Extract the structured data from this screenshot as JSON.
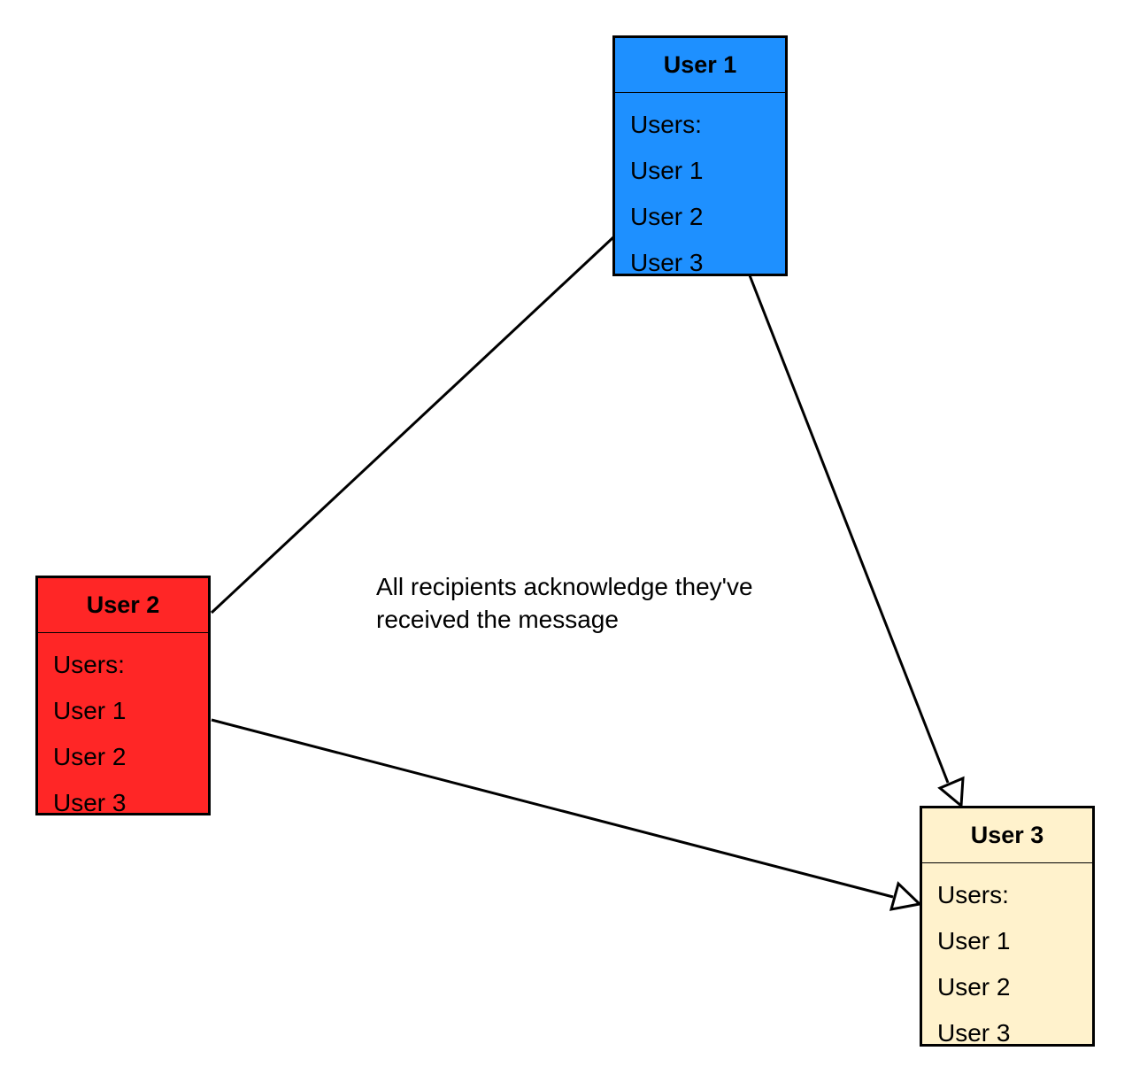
{
  "nodes": [
    {
      "id": "user1",
      "title": "User 1",
      "color": "#1e90ff",
      "items": [
        "Users:",
        "User 1",
        "User 2",
        "User 3"
      ]
    },
    {
      "id": "user2",
      "title": "User 2",
      "color": "#ff2626",
      "items": [
        "Users:",
        "User 1",
        "User 2",
        "User 3"
      ]
    },
    {
      "id": "user3",
      "title": "User 3",
      "color": "#fff2cc",
      "items": [
        "Users:",
        "User 1",
        "User 2",
        "User 3"
      ]
    }
  ],
  "edges": [
    {
      "from": "User 1",
      "to": "User 2",
      "arrow": "none"
    },
    {
      "from": "User 1",
      "to": "User 3",
      "arrow": "hollow-triangle"
    },
    {
      "from": "User 2",
      "to": "User 3",
      "arrow": "hollow-triangle"
    }
  ],
  "note": {
    "line1": "All recipients acknowledge they've",
    "line2": "received the message"
  }
}
